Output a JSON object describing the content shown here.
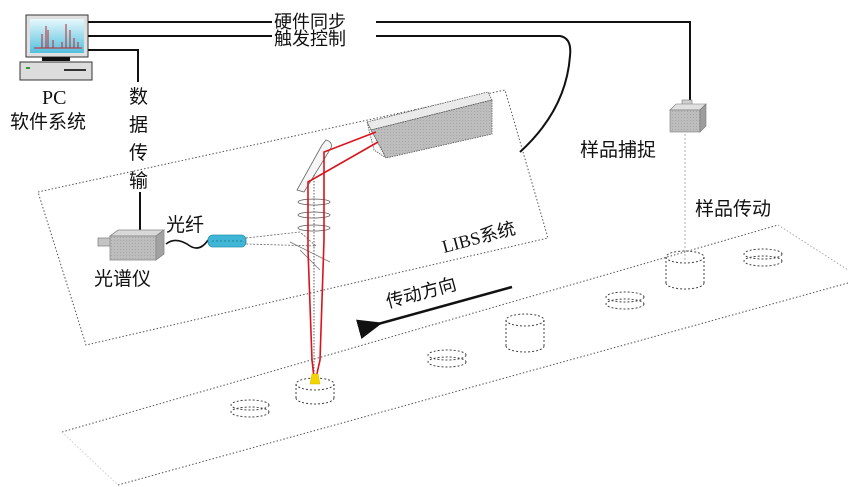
{
  "title": "LIBS 在线检测系统示意图",
  "labels": {
    "pc_line1": "PC",
    "pc_line2": "软件系统",
    "hardware_sync": "硬件同步",
    "trigger_control": "触发控制",
    "data_transfer": [
      "数",
      "据",
      "传",
      "输"
    ],
    "fiber": "光纤",
    "spectrometer": "光谱仪",
    "libs_system": "LIBS系统",
    "sample_capture": "样品捕捉",
    "sample_transport": "样品传动",
    "transport_direction": "传动方向"
  },
  "colors": {
    "laser_beam": "#d9141c",
    "fiber_probe": "#3fb6d6",
    "plasma_spot": "#f4d400",
    "device_gray": "#b8b8b8",
    "screen_blue": "#7fd3ea",
    "cable": "#111111"
  },
  "components": [
    {
      "id": "pc",
      "icon": "computer-icon"
    },
    {
      "id": "spectrometer",
      "icon": "spectrometer-box-icon"
    },
    {
      "id": "fiber-probe",
      "icon": "fiber-collimator-icon"
    },
    {
      "id": "laser",
      "icon": "laser-head-icon"
    },
    {
      "id": "camera",
      "icon": "camera-sensor-icon"
    },
    {
      "id": "conveyor",
      "icon": "conveyor-belt-icon"
    }
  ],
  "samples_count": 7
}
